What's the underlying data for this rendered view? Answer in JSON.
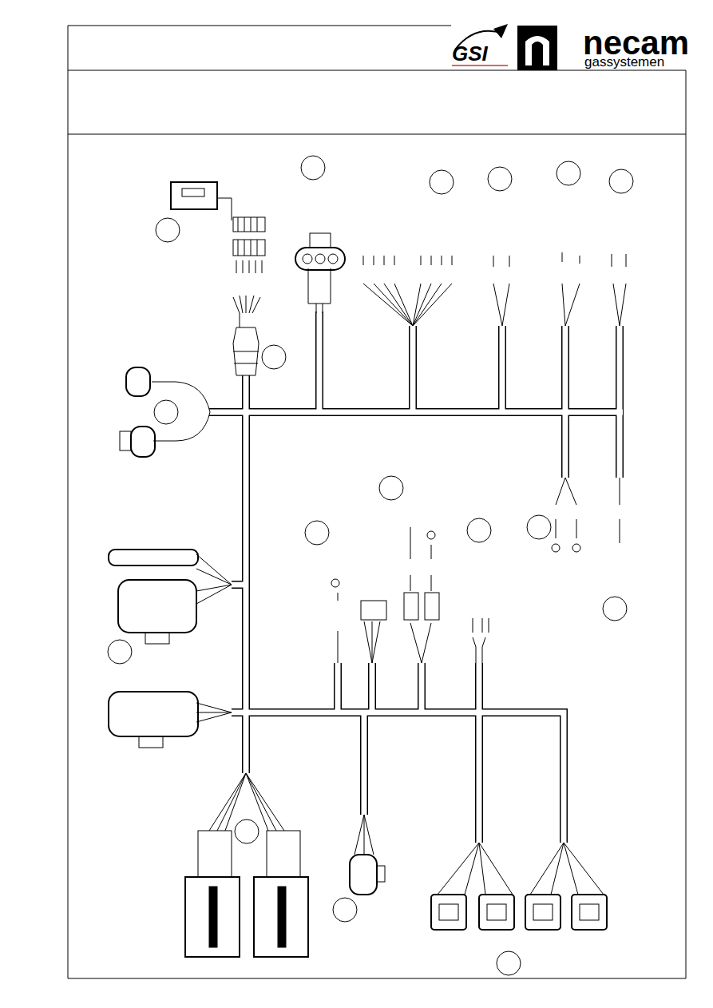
{
  "diagram": {
    "labels": [
      "GSI",
      "necam",
      "gassystemen"
    ]
  }
}
